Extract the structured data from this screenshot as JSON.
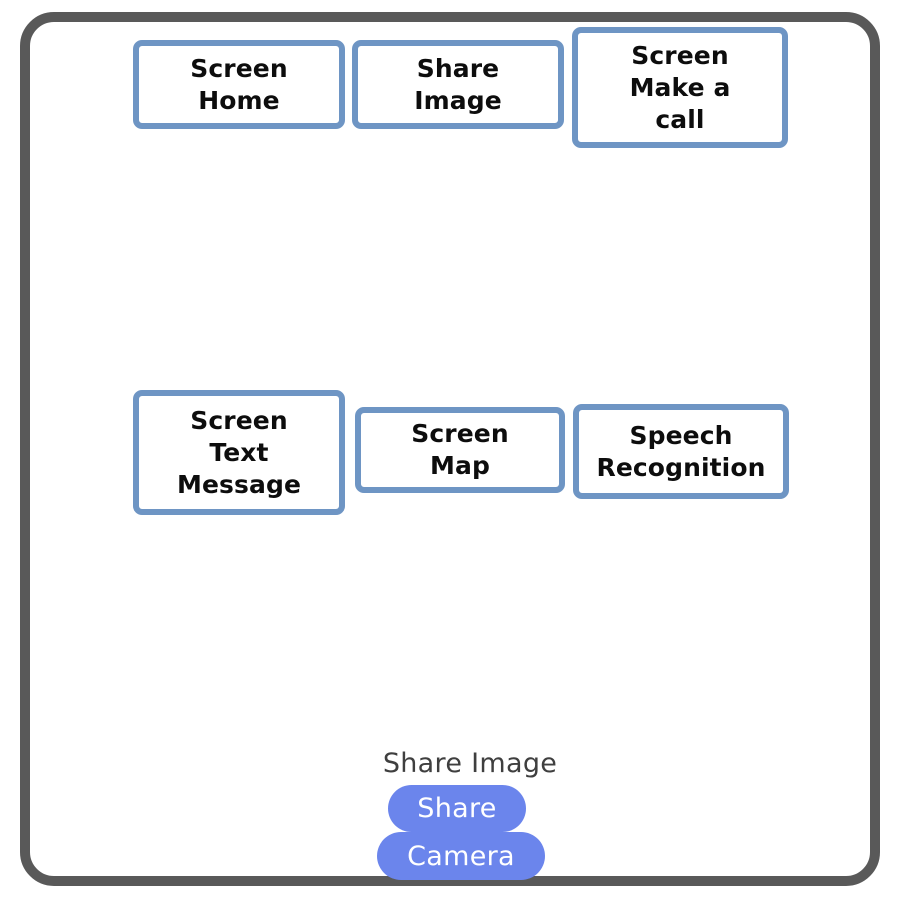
{
  "frame": {
    "border_color": "#595959",
    "background": "#ffffff"
  },
  "diagram": {
    "box_border_color": "#6E95C4",
    "box_fill_color": "#ffffff",
    "box_text_color": "#0D0D0D",
    "rows": [
      {
        "row_index": 1,
        "boxes": [
          {
            "id": "screen-home",
            "label": "Screen\nHome",
            "lines": [
              "Screen",
              "Home"
            ]
          },
          {
            "id": "share-image",
            "label": "Share\nImage",
            "lines": [
              "Share",
              "Image"
            ]
          },
          {
            "id": "screen-make-a-call",
            "label": "Screen\nMake a\ncall",
            "lines": [
              "Screen",
              "Make a",
              "call"
            ]
          }
        ]
      },
      {
        "row_index": 2,
        "boxes": [
          {
            "id": "screen-text-message",
            "label": "Screen\nText\nMessage",
            "lines": [
              "Screen",
              "Text",
              "Message"
            ]
          },
          {
            "id": "screen-map",
            "label": "Screen\nMap",
            "lines": [
              "Screen",
              "Map"
            ]
          },
          {
            "id": "speech-recognition",
            "label": "Speech\nRecognition",
            "lines": [
              "Speech",
              "Recognition"
            ],
            "text_overflows": true
          }
        ]
      }
    ]
  },
  "widget": {
    "title": "Share Image",
    "title_color": "#3F3F3F",
    "button_color": "#6B85EC",
    "button_text_color": "#FFFFFF",
    "buttons": [
      {
        "id": "share",
        "label": "Share"
      },
      {
        "id": "camera",
        "label": "Camera"
      }
    ]
  }
}
